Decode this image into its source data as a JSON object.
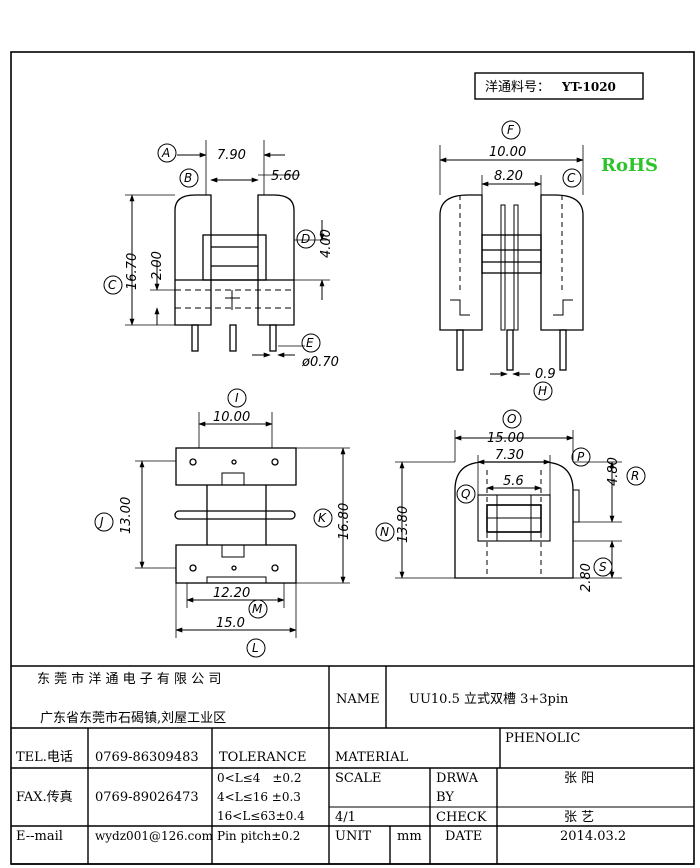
{
  "part_no": {
    "label": "洋通料号：",
    "value": "YT-1020"
  },
  "rohs": "RoHS",
  "dims": {
    "d790": "7.90",
    "d560": "5.60",
    "d400": "4.00",
    "d1670": "16.70",
    "d200": "2.00",
    "d070": "ø0.70",
    "d1000a": "10.00",
    "d820": "8.20",
    "d09": "0.9",
    "d1000b": "10.00",
    "d1300": "13.00",
    "d1680": "16.80",
    "d1220": "12.20",
    "d150": "15.0",
    "d1500": "15.00",
    "d730": "7.30",
    "d56": "5.6",
    "d480": "4.80",
    "d1380": "13.80",
    "d280": "2.80"
  },
  "callouts": {
    "A": "A",
    "B": "B",
    "C": "C",
    "D": "D",
    "E": "E",
    "F": "F",
    "G": "C",
    "H": "H",
    "I": "I",
    "J": "J",
    "K": "K",
    "L": "L",
    "M": "M",
    "N": "N",
    "O": "O",
    "P": "P",
    "Q": "Q",
    "R": "R",
    "S": "S"
  },
  "title_block": {
    "company": "东 莞 市 洋 通 电 子 有 限 公 司",
    "address": "广东省东莞市石碣镇,刘屋工业区",
    "name_label": "NAME",
    "name_value": "UU10.5 立式双槽 3+3pin",
    "tel_label": "TEL.电话",
    "tel_value": "0769-86309483",
    "fax_label": "FAX.传真",
    "fax_value": "0769-89026473",
    "email_label": "E--mail",
    "email_value": "wydz001@126.com",
    "tolerance_label": "TOLERANCE",
    "tol1": "0<L≤4　±0.2",
    "tol2": "4<L≤16 ±0.3",
    "tol3": "16<L≤63±0.4",
    "tol4": "Pin pitch±0.2",
    "material_label": "MATERIAL",
    "material_value": "PHENOLIC",
    "scale_label": "SCALE",
    "scale_value": "4/1",
    "drawn_label1": "DRWA",
    "drawn_label2": "BY",
    "drawn_value": "张 阳",
    "check_label": "CHECK",
    "check_value": "张 艺",
    "unit_label": "UNIT",
    "unit_value": "mm",
    "date_label": "DATE",
    "date_value": "2014.03.2"
  }
}
